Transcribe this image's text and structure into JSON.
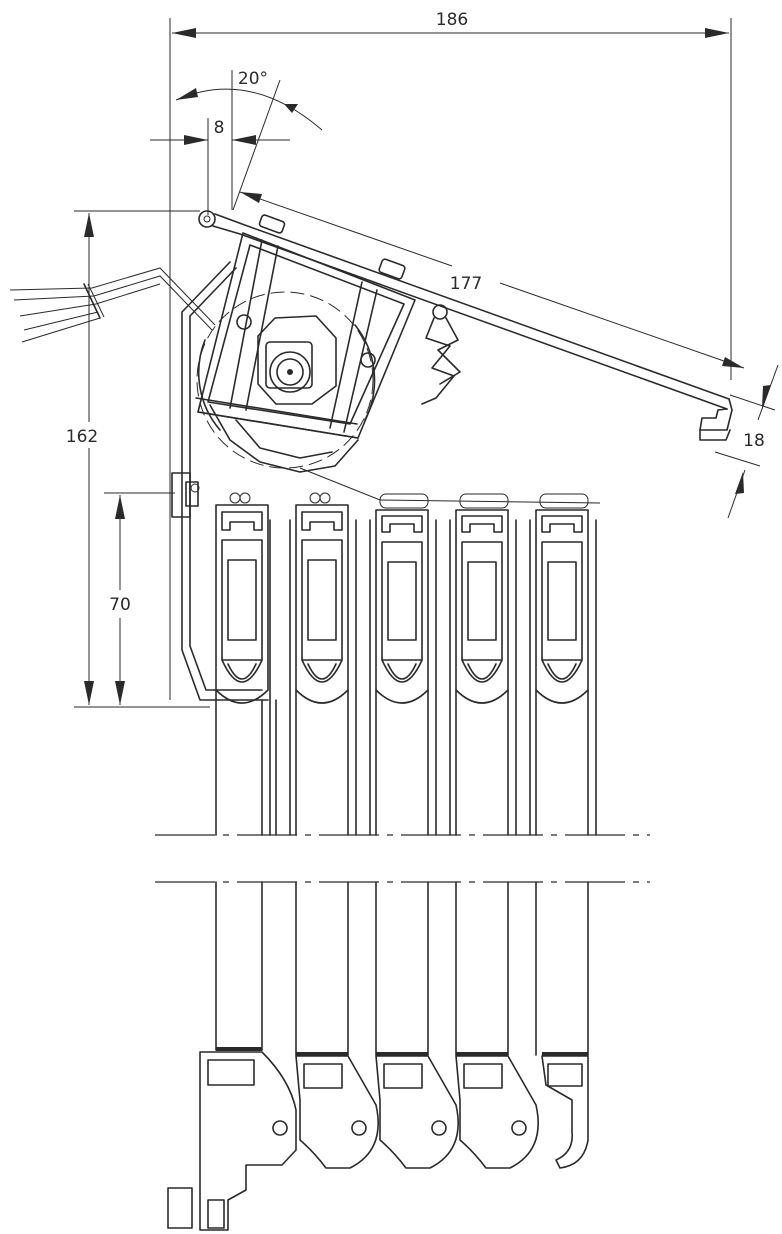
{
  "diagram": {
    "dimensions": {
      "total_width": "186",
      "angle": "20°",
      "offset": "8",
      "slat_length": "177",
      "slat_height": "18",
      "total_height": "162",
      "stack_height": "70"
    },
    "slat_count": 5
  }
}
